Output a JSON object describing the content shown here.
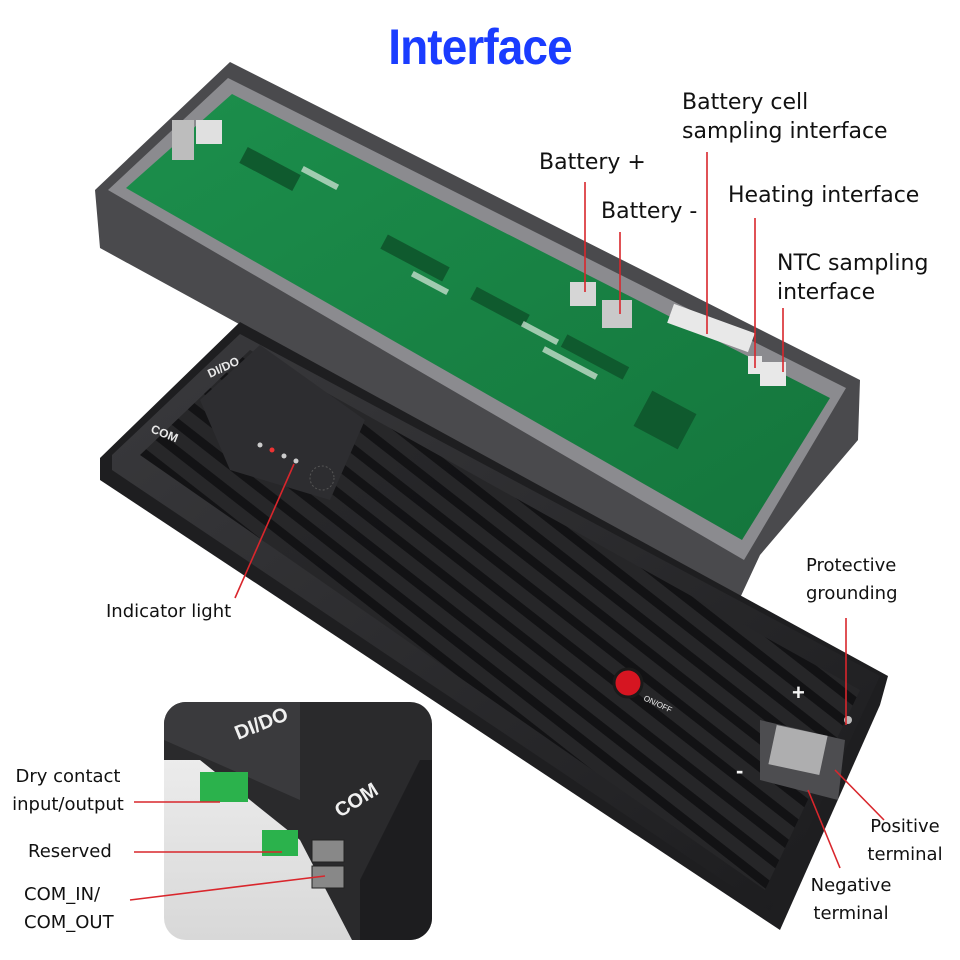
{
  "title": "Interface",
  "labels": {
    "battery_cell": "Battery cell\nsampling interface",
    "battery_plus": "Battery +",
    "battery_minus": "Battery -",
    "heating": "Heating interface",
    "ntc": "NTC sampling\ninterface",
    "indicator": "Indicator light",
    "protective": "Protective\ngrounding",
    "positive": "Positive\nterminal",
    "negative": "Negative\nterminal",
    "dry_contact": "Dry contact\ninput/output",
    "reserved": "Reserved",
    "com": "COM_IN/\nCOM_OUT"
  },
  "device_marks": {
    "didoTop": "DI/DO",
    "comTop": "COM",
    "didoInset": "DI/DO",
    "comInset": "COM",
    "onoff": "ON/OFF",
    "plus": "+",
    "minus": "-"
  },
  "colors": {
    "title": "#1a3cff",
    "leader": "#d9262c",
    "pcb": "#1f9a52",
    "housing": "#2a2a2c"
  }
}
